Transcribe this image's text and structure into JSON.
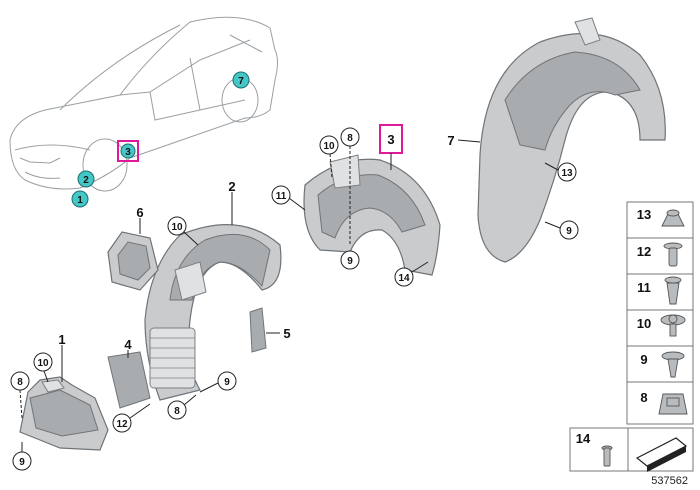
{
  "car_markers": [
    "1",
    "2",
    "3",
    "7"
  ],
  "parts": [
    "1",
    "2",
    "3",
    "4",
    "5",
    "6",
    "7"
  ],
  "callouts": {
    "c8a": "8",
    "c9a": "9",
    "c10a": "10",
    "c12": "12",
    "c8b": "8",
    "c9b": "9",
    "c10b": "10",
    "c10c": "10",
    "c8c": "8",
    "c11": "11",
    "c9c": "9",
    "c14": "14",
    "c13": "13",
    "c9d": "9"
  },
  "legend": [
    "13",
    "12",
    "11",
    "10",
    "9",
    "8",
    "14"
  ],
  "reference": "537562",
  "colors": {
    "highlight": "#e0199a",
    "marker": "#45c6c7"
  }
}
